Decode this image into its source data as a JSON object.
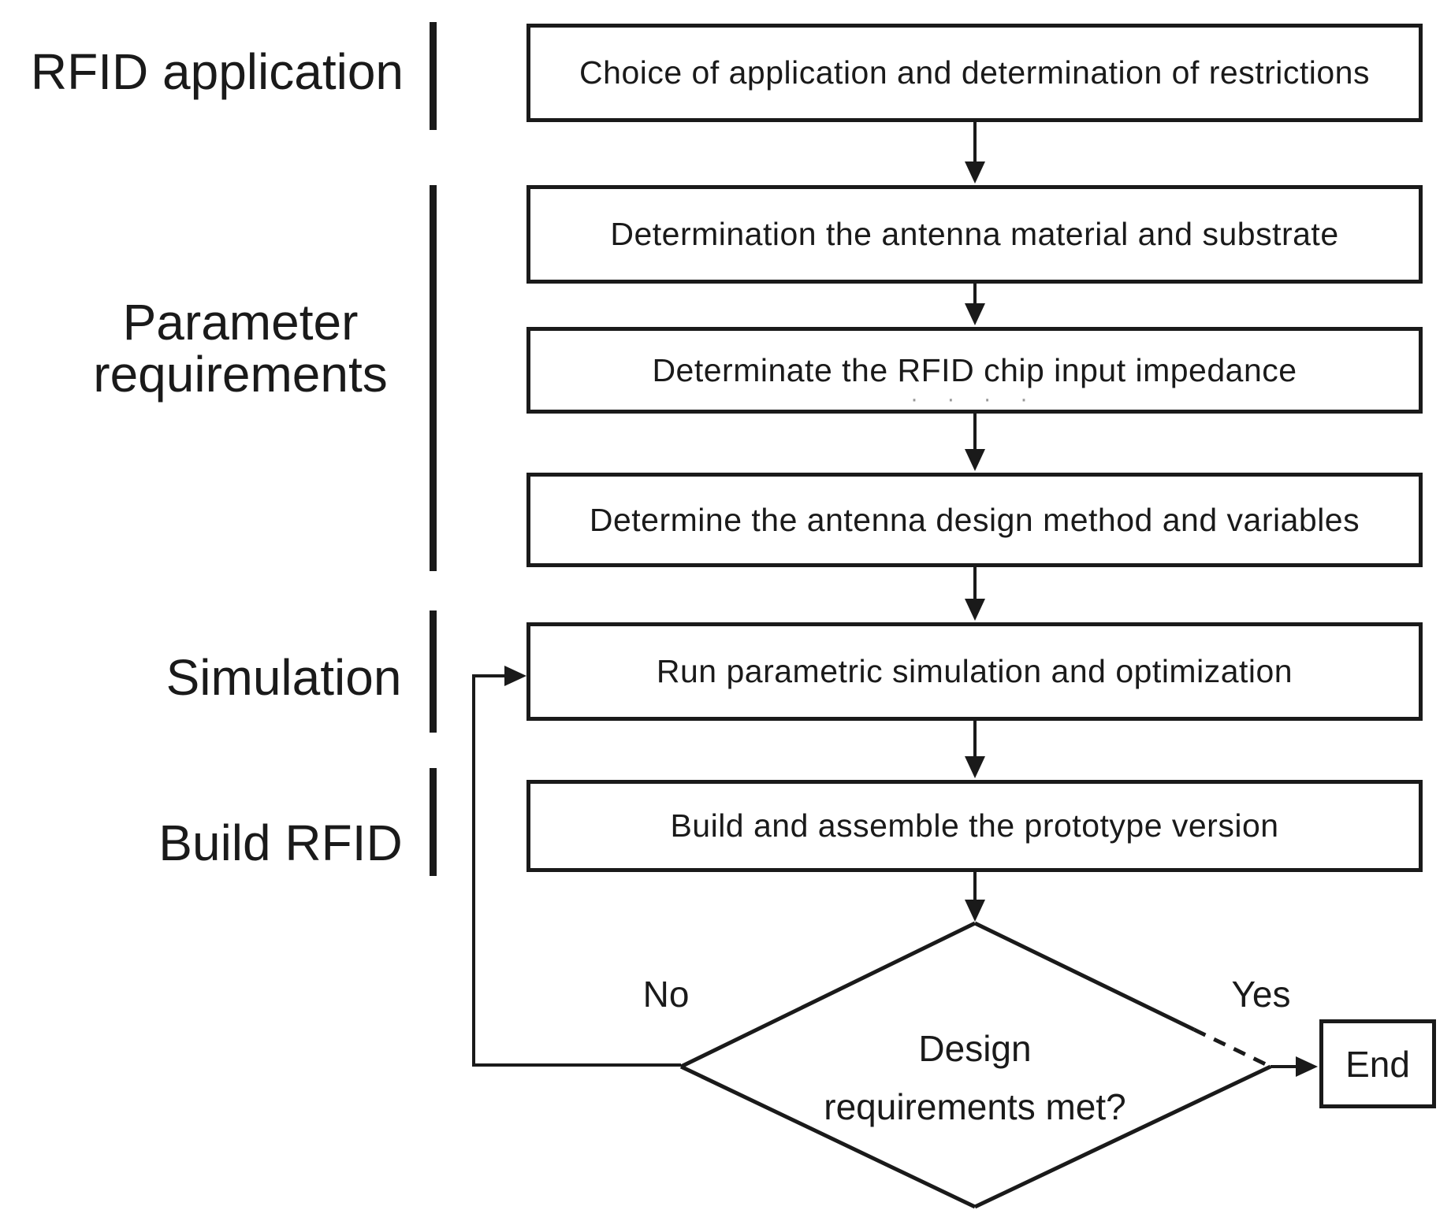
{
  "colors": {
    "ink": "#1a1a1a",
    "background": "#ffffff"
  },
  "stages": [
    {
      "label": "RFID application"
    },
    {
      "label": "Parameter requirements"
    },
    {
      "label": "Simulation"
    },
    {
      "label": "Build RFID"
    }
  ],
  "steps": [
    {
      "label": "Choice of application and determination of restrictions"
    },
    {
      "label": "Determination the antenna material and substrate"
    },
    {
      "label": "Determinate the RFID chip input impedance",
      "faded_remnant": "· ·   ·   ·"
    },
    {
      "label": "Determine the antenna design method and variables"
    },
    {
      "label": "Run parametric simulation and optimization"
    },
    {
      "label": "Build and assemble the prototype version"
    }
  ],
  "decision": {
    "line1": "Design",
    "line2": "requirements met?"
  },
  "branches": {
    "no_label": "No",
    "yes_label": "Yes"
  },
  "terminal": {
    "label": "End"
  }
}
